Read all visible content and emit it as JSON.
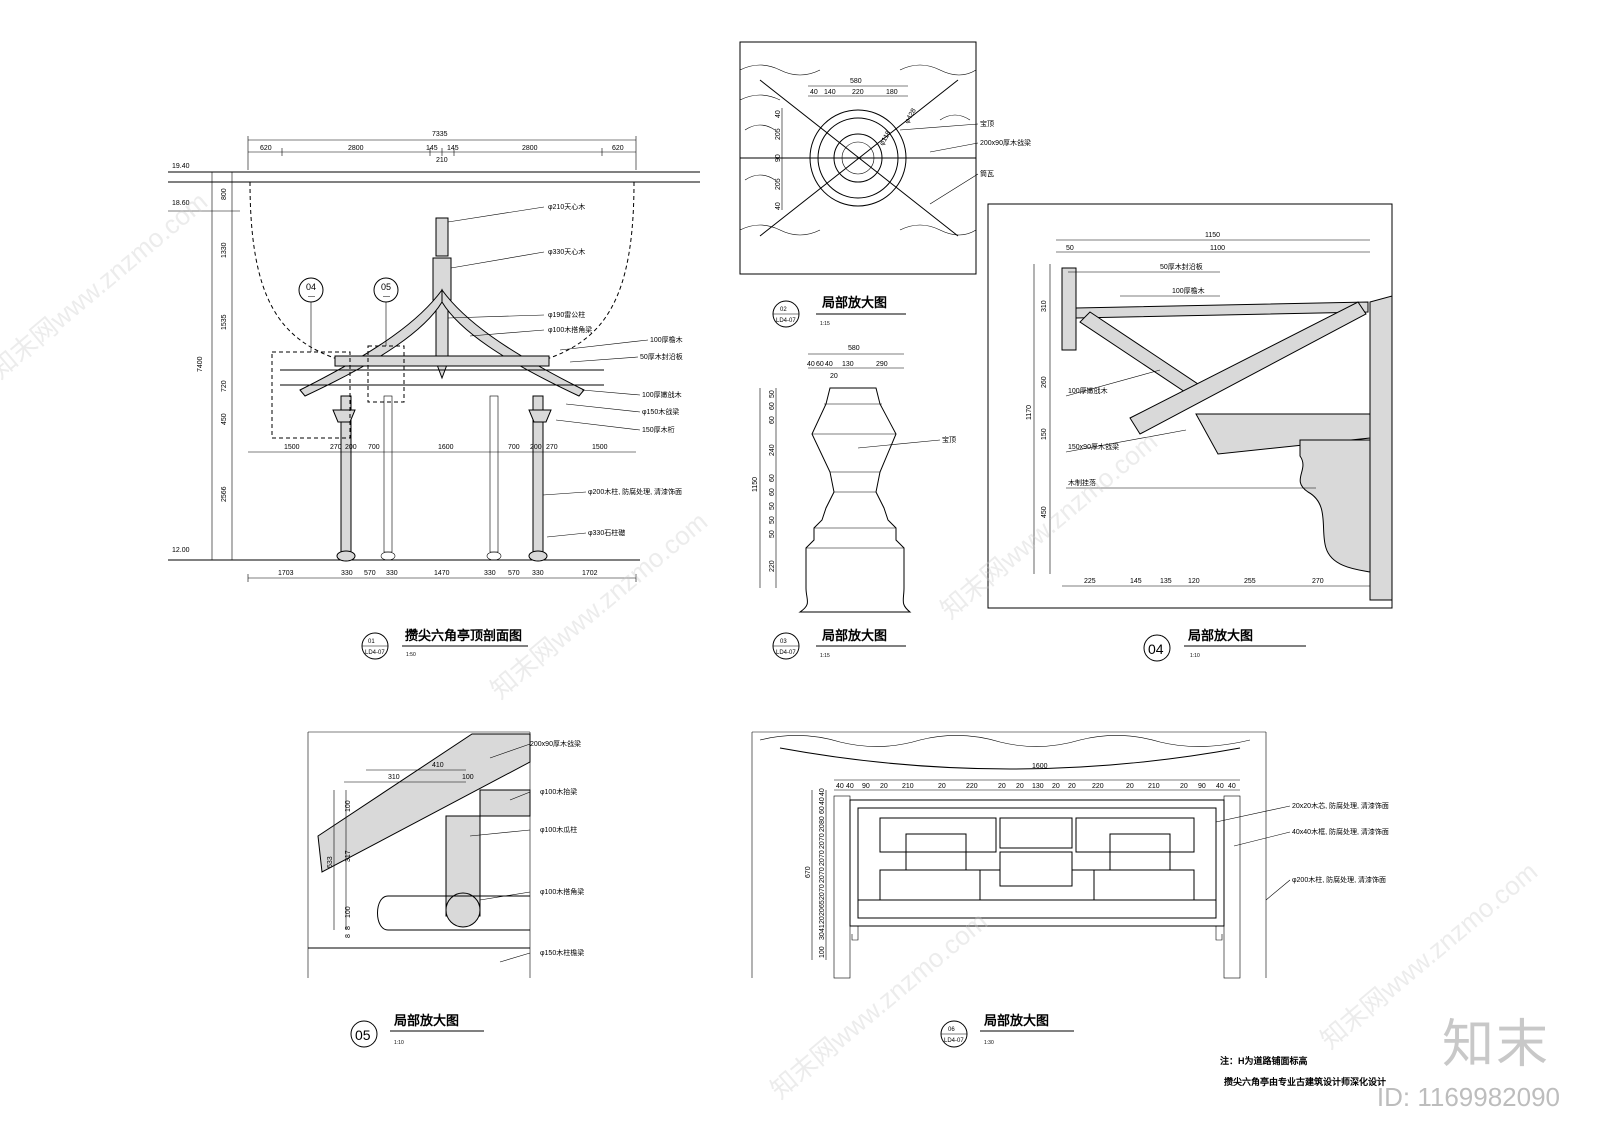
{
  "drawings": {
    "d01": {
      "num": "01",
      "ref": "LD4-07",
      "title": "攒尖六角亭顶剖面图",
      "scale": "1:50",
      "overall": "7335",
      "top_dims": [
        "620",
        "2800",
        "145",
        "145",
        "2800",
        "620"
      ],
      "center_dim": "210",
      "levels": [
        "19.40",
        "18.60",
        "12.00"
      ],
      "height_total": "7400",
      "height_dims": [
        "800",
        "1330",
        "1535",
        "720",
        "450",
        "2566"
      ],
      "mid_dims": [
        "1500",
        "270",
        "200",
        "700",
        "1600",
        "700",
        "200",
        "270",
        "1500"
      ],
      "bottom_dims": [
        "1703",
        "330",
        "570",
        "330",
        "1470",
        "330",
        "570",
        "330",
        "1702"
      ],
      "labels": [
        "φ210天心木",
        "φ330天心木",
        "φ190雷公柱",
        "φ100木搭角梁",
        "100厚檐木",
        "50厚木封沿板",
        "100厚嫩戗木",
        "φ150木戗梁",
        "150厚木桁",
        "φ200木柱, 防腐处理, 清漆饰面",
        "φ330石柱礎"
      ],
      "callouts": [
        "04",
        "05"
      ],
      "callout_sub": [
        "—",
        "—"
      ]
    },
    "d02": {
      "num": "02",
      "ref": "LD4-07",
      "title": "局部放大图",
      "scale": "1:15",
      "top_dim": "580",
      "sub_dims": [
        "40",
        "140",
        "220",
        "180"
      ],
      "side_dims": [
        "40",
        "205",
        "90",
        "205",
        "40"
      ],
      "radii": [
        "φ118",
        "φ428"
      ],
      "labels": [
        "宝顶",
        "200x90厚木戗梁",
        "筒瓦"
      ]
    },
    "d03": {
      "num": "03",
      "ref": "LD4-07",
      "title": "局部放大图",
      "scale": "1:15",
      "top_dim": "580",
      "sub_dims": [
        "40",
        "60",
        "40",
        "130",
        "290"
      ],
      "sub_dim2": "20",
      "total_height": "1150",
      "height_dims": [
        "50",
        "60",
        "60",
        "240",
        "60",
        "60",
        "50",
        "50",
        "50",
        "220"
      ],
      "labels": [
        "宝顶"
      ]
    },
    "d04": {
      "num": "04",
      "title": "局部放大图",
      "scale": "1:10",
      "top_dim": "1150",
      "sub_dims": [
        "50",
        "1100"
      ],
      "total_height": "1170",
      "height_dims": [
        "310",
        "260",
        "150",
        "450"
      ],
      "bottom_dims": [
        "225",
        "145",
        "135",
        "120",
        "255",
        "270"
      ],
      "labels": [
        "50厚木封沿板",
        "100厚檐木",
        "100厚嫩戗木",
        "150x90厚木戗梁",
        "木制挂落"
      ]
    },
    "d05": {
      "num": "05",
      "title": "局部放大图",
      "scale": "1:10",
      "top_dims": [
        "410",
        "310",
        "100"
      ],
      "side_dims": [
        "100",
        "533",
        "317",
        "100",
        "8",
        "8"
      ],
      "labels": [
        "200x90厚木戗梁",
        "φ100木抬梁",
        "φ100木瓜柱",
        "φ100木搭角梁",
        "φ150木柱檐梁"
      ]
    },
    "d06": {
      "num": "06",
      "ref": "LD4-07",
      "title": "局部放大图",
      "scale": "1:30",
      "top_dim": "1600",
      "sub_dims": [
        "40",
        "40",
        "90",
        "20",
        "210",
        "20",
        "220",
        "20",
        "20",
        "130",
        "20",
        "20",
        "220",
        "20",
        "210",
        "20",
        "90",
        "40",
        "40"
      ],
      "total_height": "670",
      "height_dims": [
        "40",
        "40",
        "60",
        "80",
        "20",
        "70",
        "20",
        "70",
        "20",
        "70",
        "20",
        "70",
        "20",
        "65",
        "20",
        "20",
        "41",
        "30",
        "100"
      ],
      "labels": [
        "20x20木芯, 防腐处理, 清漆饰面",
        "40x40木框, 防腐处理, 清漆饰面",
        "φ200木柱, 防腐处理, 清漆饰面"
      ]
    }
  },
  "notes": [
    "注：H为道路铺面标高",
    "攒尖六角亭由专业古建筑设计师深化设计"
  ],
  "watermark": {
    "brand": "知末",
    "id": "ID: 1169982090",
    "texts": [
      "知末网www.znzmo.com"
    ]
  }
}
